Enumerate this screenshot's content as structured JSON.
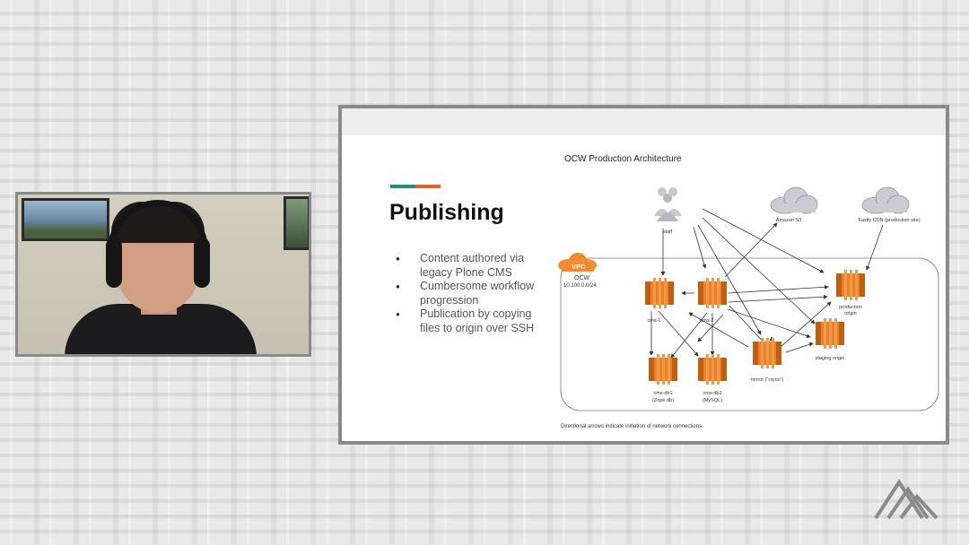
{
  "slide": {
    "title": "Publishing",
    "bullets": [
      "Content authored via legacy Plone CMS",
      "Cumbersome workflow progression",
      "Publication by copying files to origin over SSH"
    ],
    "accent_colors": [
      "#1f8f84",
      "#e4622a"
    ]
  },
  "diagram": {
    "title": "OCW Production Architecture",
    "footnote": "Directional arrows indicate initiation of network connections.",
    "vpc_label": "VPC",
    "vpc_name": "OCW",
    "vpc_cidr": "10.100.0.0/24",
    "staff_label": "staff",
    "clouds": {
      "s3": "Amazon S3",
      "cdn": "Fastly CDN (production site)"
    },
    "nodes": {
      "cms1": "cms-1",
      "cms2": "cms-2",
      "cmsdb1_line1": "cms-db1",
      "cmsdb1_line2": "(Zope db)",
      "cmsdb2_line1": "cms-db2",
      "cmsdb2_line2": "(MySQL)",
      "mirror": "mirror (\"rsync\")",
      "staging": "staging origin",
      "production_line1": "production",
      "production_line2": "origin"
    },
    "colors": {
      "server": "#e8832a",
      "server_dark": "#c15e12",
      "vpc_badge": "#f28a2e",
      "cloud": "#c9ccd3"
    }
  },
  "icons": [
    "person-group-icon",
    "cloud-icon",
    "server-icon",
    "logo-mountain-icon"
  ]
}
